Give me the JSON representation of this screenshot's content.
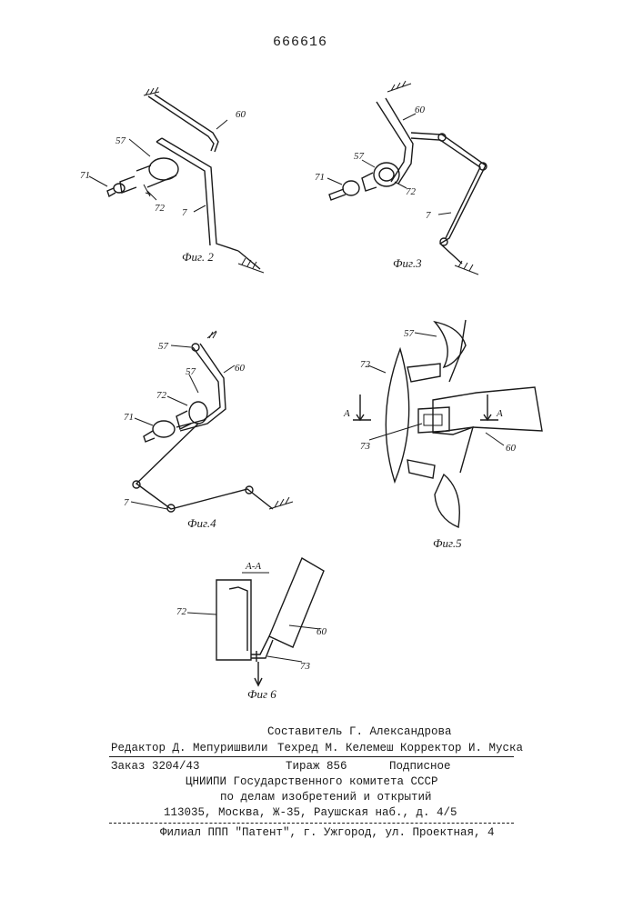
{
  "patent_number": "666616",
  "figures": {
    "fig2": {
      "caption": "Фиг. 2",
      "labels": [
        "60",
        "57",
        "71",
        "72",
        "7"
      ]
    },
    "fig3": {
      "caption": "Фиг.3",
      "labels": [
        "60",
        "57",
        "71",
        "72",
        "7"
      ]
    },
    "fig4": {
      "caption": "Фиг.4",
      "labels": [
        "57",
        "60",
        "57",
        "72",
        "71",
        "7"
      ]
    },
    "fig5": {
      "caption": "Фиг.5",
      "labels": [
        "57",
        "72",
        "A",
        "A",
        "73",
        "60"
      ]
    },
    "fig6": {
      "caption": "Фиг 6",
      "section": "А-А",
      "labels": [
        "72",
        "60",
        "73"
      ]
    }
  },
  "footer": {
    "compiler": "Составитель Г. Александрова",
    "editor": "Редактор Д. Мепуришвили",
    "techred": "Техред М. Келемеш",
    "corrector": "Корректор И. Муска",
    "order": "Заказ 3204/43",
    "circulation": "Тираж 856",
    "subscription": "Подписное",
    "org1": "ЦНИИПИ Государственного комитета СССР",
    "org2": "по делам изобретений и открытий",
    "address": "113035, Москва, Ж-35, Раушская наб., д. 4/5",
    "branch": "Филиал ППП \"Патент\", г. Ужгород, ул. Проектная, 4"
  }
}
